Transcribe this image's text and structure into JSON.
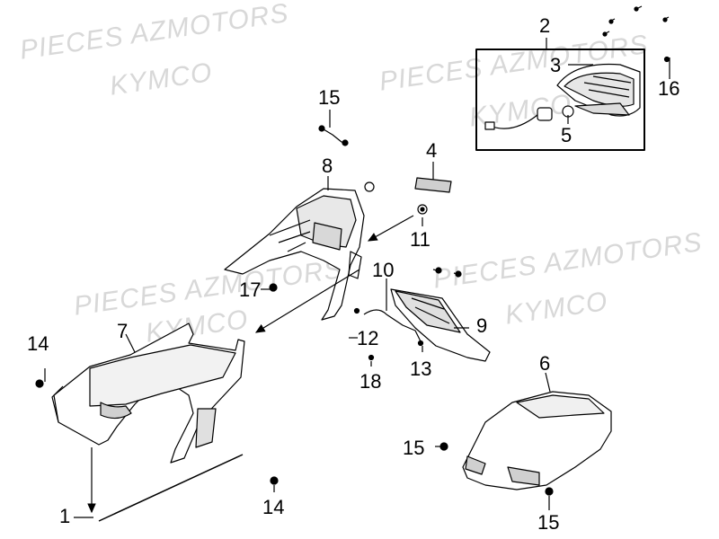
{
  "watermark": {
    "line1": "PIECES AZMOTORS",
    "line2": "KYMCO"
  },
  "callouts": {
    "c1": "1",
    "c2": "2",
    "c3": "3",
    "c4": "4",
    "c5": "5",
    "c6": "6",
    "c7": "7",
    "c8": "8",
    "c9": "9",
    "c10": "10",
    "c11": "11",
    "c12": "12",
    "c13": "13",
    "c14a": "14",
    "c14b": "14",
    "c15a": "15",
    "c15b": "15",
    "c15c": "15",
    "c16": "16",
    "c17": "17",
    "c18": "18"
  },
  "colors": {
    "ink": "#000000",
    "watermark": "#d8d8d8",
    "part_fill": "#ffffff",
    "shade": "#cfcfcf"
  }
}
